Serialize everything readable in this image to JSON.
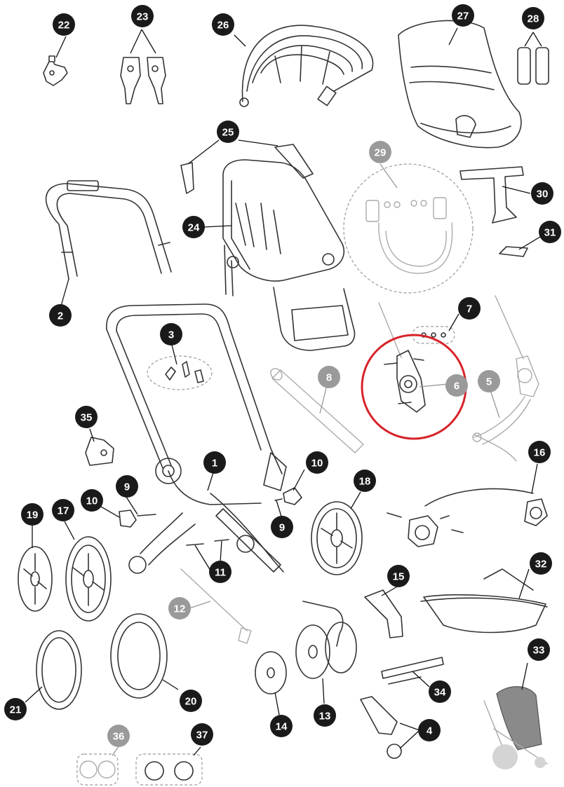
{
  "callouts": [
    {
      "n": "1",
      "tone": "dark"
    },
    {
      "n": "2",
      "tone": "dark"
    },
    {
      "n": "3",
      "tone": "dark"
    },
    {
      "n": "4",
      "tone": "dark"
    },
    {
      "n": "5",
      "tone": "grey"
    },
    {
      "n": "6",
      "tone": "grey"
    },
    {
      "n": "7",
      "tone": "dark"
    },
    {
      "n": "8",
      "tone": "grey"
    },
    {
      "n": "9",
      "tone": "dark"
    },
    {
      "n": "9",
      "tone": "dark"
    },
    {
      "n": "10",
      "tone": "dark"
    },
    {
      "n": "10",
      "tone": "dark"
    },
    {
      "n": "11",
      "tone": "dark"
    },
    {
      "n": "12",
      "tone": "grey"
    },
    {
      "n": "13",
      "tone": "dark"
    },
    {
      "n": "14",
      "tone": "dark"
    },
    {
      "n": "15",
      "tone": "dark"
    },
    {
      "n": "16",
      "tone": "dark"
    },
    {
      "n": "17",
      "tone": "dark"
    },
    {
      "n": "18",
      "tone": "dark"
    },
    {
      "n": "19",
      "tone": "dark"
    },
    {
      "n": "20",
      "tone": "dark"
    },
    {
      "n": "21",
      "tone": "dark"
    },
    {
      "n": "22",
      "tone": "dark"
    },
    {
      "n": "23",
      "tone": "dark"
    },
    {
      "n": "24",
      "tone": "dark"
    },
    {
      "n": "25",
      "tone": "dark"
    },
    {
      "n": "26",
      "tone": "dark"
    },
    {
      "n": "27",
      "tone": "dark"
    },
    {
      "n": "28",
      "tone": "dark"
    },
    {
      "n": "29",
      "tone": "grey"
    },
    {
      "n": "30",
      "tone": "dark"
    },
    {
      "n": "31",
      "tone": "dark"
    },
    {
      "n": "32",
      "tone": "dark"
    },
    {
      "n": "33",
      "tone": "dark"
    },
    {
      "n": "34",
      "tone": "dark"
    },
    {
      "n": "35",
      "tone": "dark"
    },
    {
      "n": "36",
      "tone": "grey"
    },
    {
      "n": "37",
      "tone": "dark"
    }
  ],
  "colors": {
    "dark_callout": "#1a1a1a",
    "grey_callout": "#9a9a9a",
    "highlight_ring": "#d8232a",
    "line_art": "#333333"
  },
  "highlight": {
    "target_part": "6"
  }
}
